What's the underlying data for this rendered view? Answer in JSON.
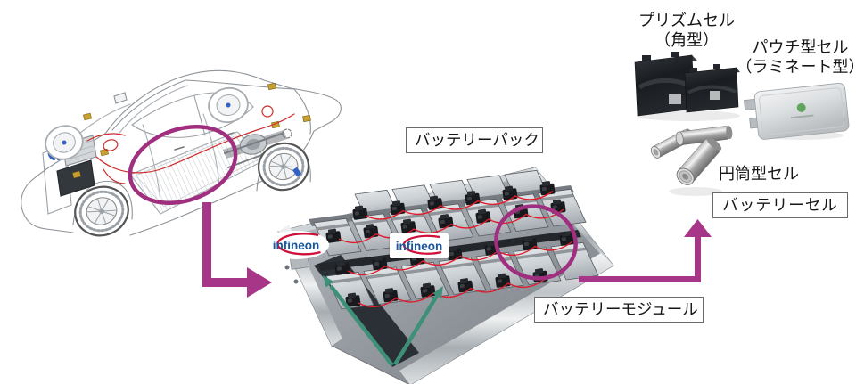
{
  "figure": {
    "labels": {
      "battery_pack": "バッテリーパック",
      "battery_module": "バッテリーモジュール",
      "battery_cell": "バッテリーセル",
      "prism_cell_line1": "プリズムセル",
      "prism_cell_line2": "（角型）",
      "pouch_cell_line1": "パウチ型セル",
      "pouch_cell_line2": "（ラミネート型）",
      "cylindrical_cell": "円筒型セル"
    },
    "logos": {
      "infineon": "infineon"
    },
    "colors": {
      "highlight_magenta": "#a73688",
      "arrow_teal": "#3f9079",
      "infineon_blue": "#17559f",
      "infineon_red": "#d0103a",
      "wire_red": "#e01b2c"
    }
  }
}
